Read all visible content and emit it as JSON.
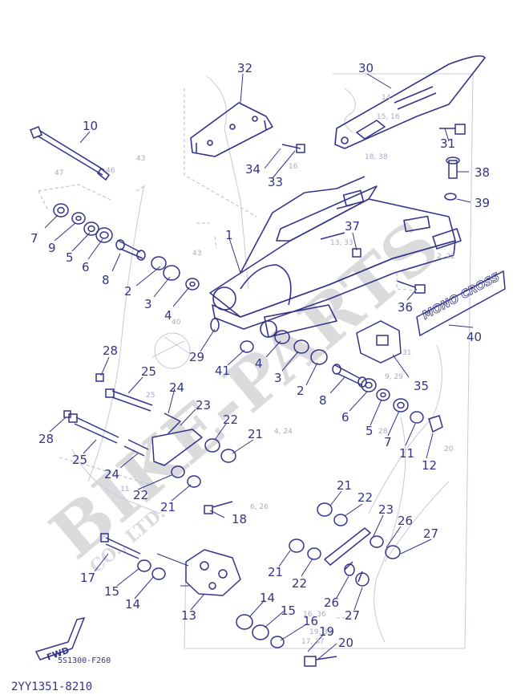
{
  "diagram": {
    "doc_code": "2YY1351-8210",
    "figure_code": "5S1300-F260",
    "fwd_label": "FWD",
    "decal_text": "MONO CROSS",
    "watermark_main": "BIKE-PARTS",
    "watermark_sub": "CO., LTD.",
    "callouts": [
      {
        "n": "32"
      },
      {
        "n": "30"
      },
      {
        "n": "10"
      },
      {
        "n": "31"
      },
      {
        "n": "34"
      },
      {
        "n": "33"
      },
      {
        "n": "38"
      },
      {
        "n": "39"
      },
      {
        "n": "7"
      },
      {
        "n": "9"
      },
      {
        "n": "5"
      },
      {
        "n": "6"
      },
      {
        "n": "8"
      },
      {
        "n": "1"
      },
      {
        "n": "37"
      },
      {
        "n": "2"
      },
      {
        "n": "3"
      },
      {
        "n": "4"
      },
      {
        "n": "36"
      },
      {
        "n": "40"
      },
      {
        "n": "29"
      },
      {
        "n": "41"
      },
      {
        "n": "4"
      },
      {
        "n": "3"
      },
      {
        "n": "28"
      },
      {
        "n": "25"
      },
      {
        "n": "2"
      },
      {
        "n": "35"
      },
      {
        "n": "24"
      },
      {
        "n": "23"
      },
      {
        "n": "8"
      },
      {
        "n": "6"
      },
      {
        "n": "5"
      },
      {
        "n": "7"
      },
      {
        "n": "11"
      },
      {
        "n": "12"
      },
      {
        "n": "28"
      },
      {
        "n": "22"
      },
      {
        "n": "21"
      },
      {
        "n": "25"
      },
      {
        "n": "24"
      },
      {
        "n": "22"
      },
      {
        "n": "21"
      },
      {
        "n": "21"
      },
      {
        "n": "22"
      },
      {
        "n": "18"
      },
      {
        "n": "23"
      },
      {
        "n": "26"
      },
      {
        "n": "27"
      },
      {
        "n": "17"
      },
      {
        "n": "15"
      },
      {
        "n": "14"
      },
      {
        "n": "13"
      },
      {
        "n": "21"
      },
      {
        "n": "22"
      },
      {
        "n": "26"
      },
      {
        "n": "27"
      },
      {
        "n": "14"
      },
      {
        "n": "15"
      },
      {
        "n": "16"
      },
      {
        "n": "19"
      },
      {
        "n": "20"
      }
    ],
    "refs": [
      {
        "t": "43"
      },
      {
        "t": "47"
      },
      {
        "t": "46"
      },
      {
        "t": "43"
      },
      {
        "t": "16"
      },
      {
        "t": "14"
      },
      {
        "t": "15, 16"
      },
      {
        "t": "18, 38"
      },
      {
        "t": "13, 33"
      },
      {
        "t": "2, 22"
      },
      {
        "t": "40"
      },
      {
        "t": "25"
      },
      {
        "t": "9, 29"
      },
      {
        "t": "28"
      },
      {
        "t": "31"
      },
      {
        "t": "4, 24"
      },
      {
        "t": "20"
      },
      {
        "t": "11"
      },
      {
        "t": "6, 26"
      },
      {
        "t": "19, 39"
      },
      {
        "t": "17, 37"
      },
      {
        "t": "16, 36"
      }
    ]
  }
}
